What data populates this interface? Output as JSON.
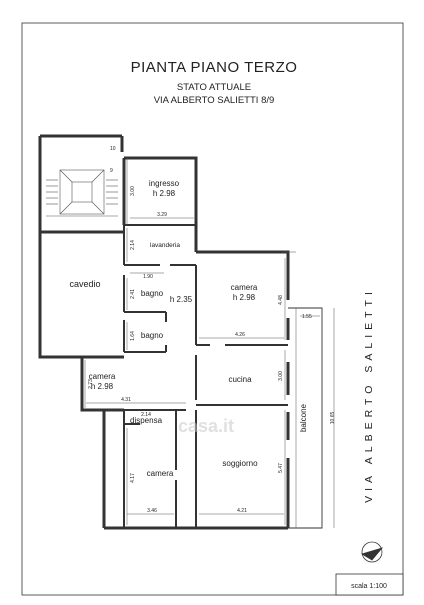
{
  "header": {
    "title": "PIANTA PIANO TERZO",
    "subtitle": "STATO ATTUALE",
    "address": "VIA ALBERTO SALIETTI 8/9"
  },
  "street_name": "VIA ALBERTO SALIETTI",
  "stair_numbers": [
    "10",
    "9"
  ],
  "rooms": {
    "ingresso": "ingresso",
    "ingresso_h": "h 2.98",
    "lavanderia": "lavanderia",
    "cavedio": "cavedio",
    "bagno1": "bagno",
    "bagno2": "bagno",
    "corridor_h": "h 2.35",
    "camera1": "camera",
    "camera1_h": "h 2.98",
    "camera2": "camera",
    "camera2_h": "h 2.98",
    "cucina": "cucina",
    "dispensa": "dispensa",
    "soggiorno": "soggiorno",
    "camera3": "camera",
    "balcone": "balcone"
  },
  "dimensions": {
    "d300": "3.00",
    "d329": "3.29",
    "d214a": "2.14",
    "d190": "1.90",
    "d241": "2.41",
    "d164": "1.64",
    "d448": "4.48",
    "d155": "1.55",
    "d426": "4.26",
    "d300b": "3.00",
    "d273": "2.73",
    "d431": "4.31",
    "d214b": "2.14",
    "d1065": "10.65",
    "d547": "5.47",
    "d417": "4.17",
    "d346": "3.46",
    "d421": "4.21"
  },
  "watermark": "casa.it",
  "scale": "scala 1:100"
}
